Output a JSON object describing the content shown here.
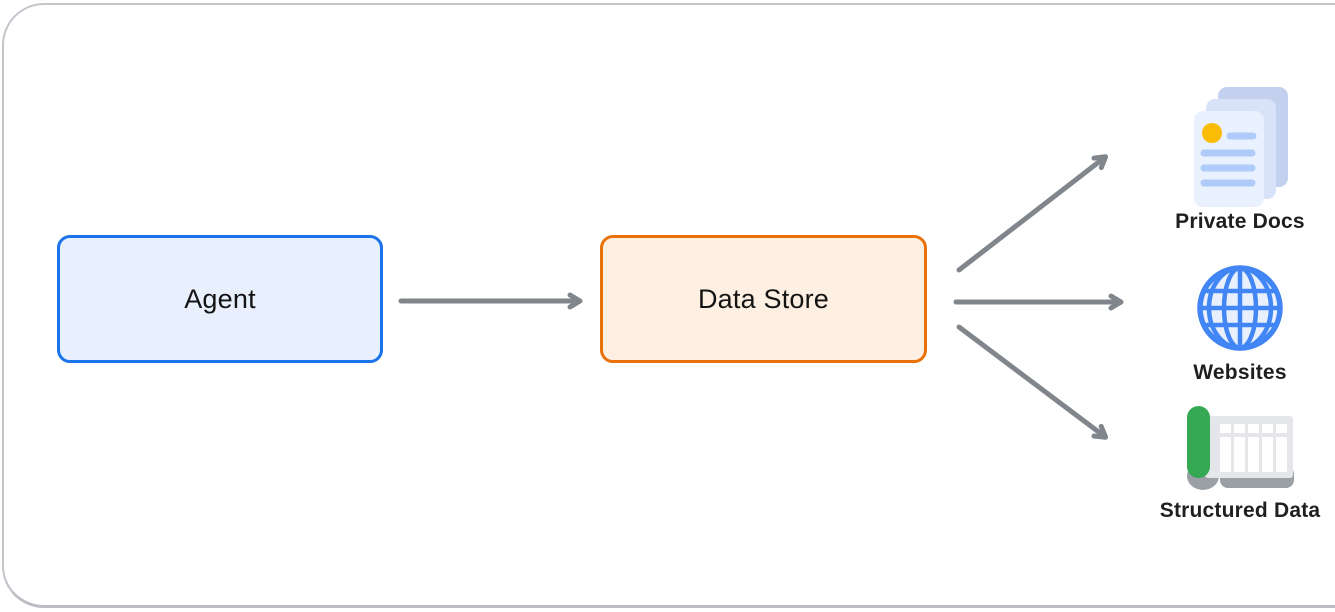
{
  "nodes": {
    "agent": {
      "label": "Agent",
      "fill": "#e8f0fe",
      "border": "#1a73e8"
    },
    "data_store": {
      "label": "Data Store",
      "fill": "#feefe3",
      "border": "#e8710a"
    }
  },
  "targets": [
    {
      "id": "private_docs",
      "label": "Private Docs",
      "icon": "documents-stack-icon"
    },
    {
      "id": "websites",
      "label": "Websites",
      "icon": "globe-icon"
    },
    {
      "id": "structured_data",
      "label": "Structured Data",
      "icon": "spreadsheet-scroll-icon"
    }
  ],
  "edges": [
    {
      "from": "agent",
      "to": "data_store"
    },
    {
      "from": "data_store",
      "to": "private_docs"
    },
    {
      "from": "data_store",
      "to": "websites"
    },
    {
      "from": "data_store",
      "to": "structured_data"
    }
  ],
  "colors": {
    "arrow": "#80868b",
    "frame_border": "#c3c7cc",
    "text": "#1f1f1f",
    "doc_page_back": "#c3d1ef",
    "doc_page_mid": "#d8e2f9",
    "doc_page_front": "#e9f0fe",
    "doc_text_line": "#aecbfa",
    "doc_bullet": "#fbbc04",
    "globe_stroke": "#4285f4",
    "globe_fill": "#e8f0fe",
    "scroll_green": "#34a853",
    "scroll_sheet": "#e4e6e9",
    "scroll_cells": "#ffffff",
    "scroll_curl": "#9aa0a6"
  }
}
